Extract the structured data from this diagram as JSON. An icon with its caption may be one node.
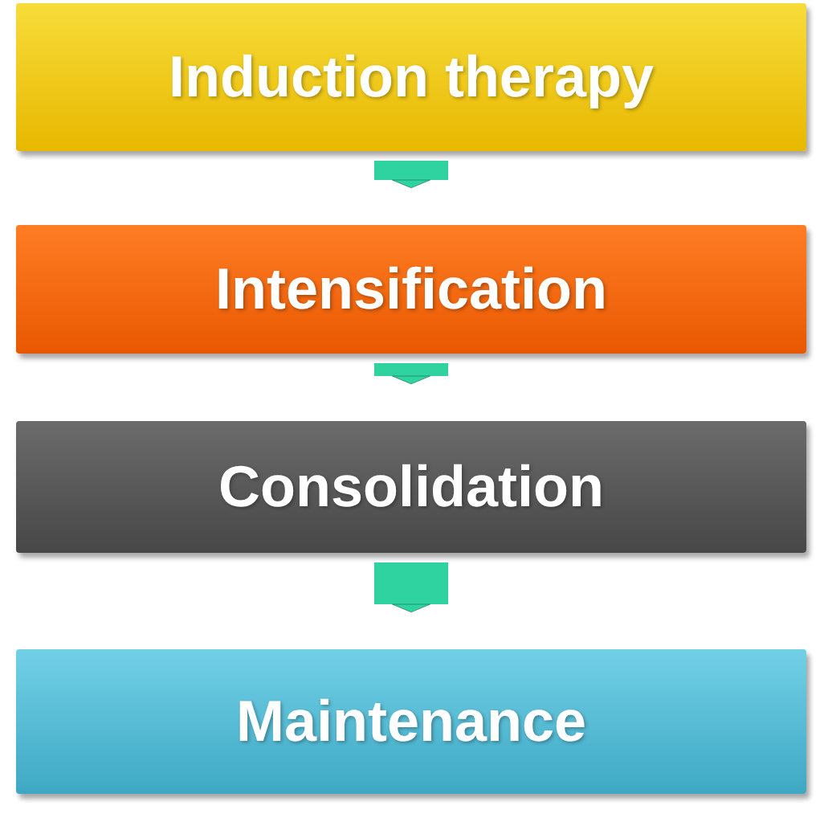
{
  "diagram": {
    "nodes": [
      {
        "text": [
          "Induction therapy"
        ]
      },
      {
        "text": [
          "Intensification"
        ]
      },
      {
        "text": [
          "Consolidation"
        ]
      },
      {
        "text": [
          "Maintenance"
        ]
      }
    ],
    "edges": [
      {
        "from": 0,
        "to": 1,
        "arrow": "to"
      },
      {
        "from": 1,
        "to": 2,
        "arrow": "to"
      },
      {
        "from": 2,
        "to": 3,
        "arrow": "to"
      }
    ]
  }
}
